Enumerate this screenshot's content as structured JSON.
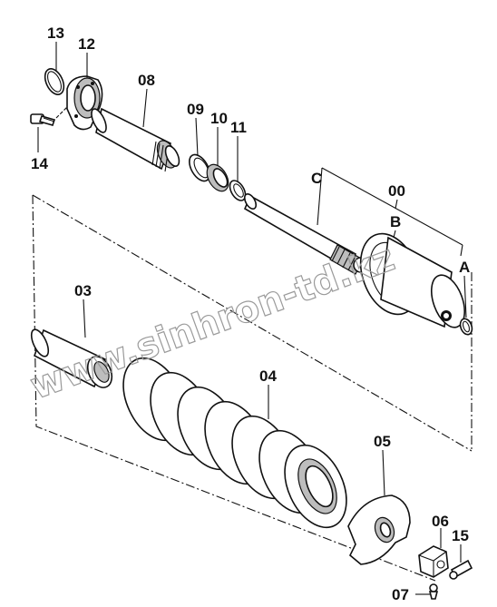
{
  "watermark": "www.sinhron-td.kz",
  "labels": {
    "p13": "13",
    "p12": "12",
    "p14": "14",
    "p08": "08",
    "p09": "09",
    "p10": "10",
    "p11": "11",
    "pC": "C",
    "p00": "00",
    "pB": "B",
    "pA": "A",
    "p03": "03",
    "p04": "04",
    "p05": "05",
    "p06": "06",
    "p15": "15",
    "p07": "07"
  }
}
